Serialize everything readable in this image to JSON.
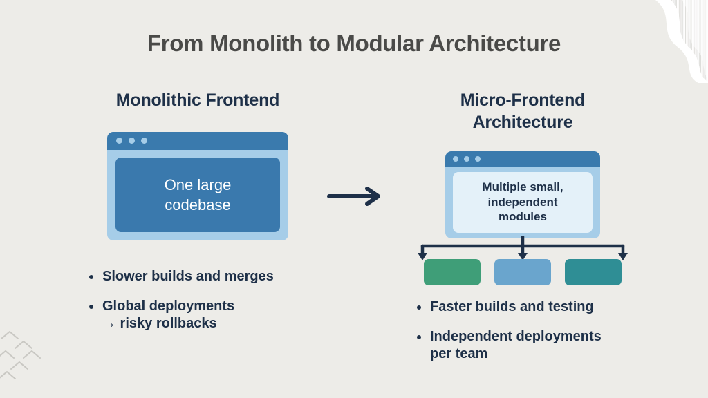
{
  "slide": {
    "title": "From Monolith to Modular Architecture",
    "background_color": "#edece8",
    "title_color": "#4a4a48",
    "accent_navy": "#1e3048"
  },
  "transition": {
    "arrow_icon": "arrow-right-icon",
    "arrow_color": "#1e3048",
    "divider_color": "#d9d8d4"
  },
  "decorations": {
    "top_right": "ribbon-wave-decoration",
    "bottom_left": "chevron-pattern-decoration"
  },
  "left_column": {
    "heading": "Monolithic Frontend",
    "browser": {
      "window_dots": 3,
      "titlebar_color": "#3a7aad",
      "frame_color": "#a6cde8",
      "screen_color": "#3a79ad",
      "screen_text_line1": "One large",
      "screen_text_line2": "codebase",
      "screen_text_color": "#ffffff"
    },
    "bullets": [
      {
        "text": "Slower builds and merges",
        "sub": ""
      },
      {
        "text": "Global deployments",
        "sub": "→ risky rollbacks"
      }
    ]
  },
  "right_column": {
    "heading_line1": "Micro-Frontend",
    "heading_line2": "Architecture",
    "browser": {
      "window_dots": 3,
      "titlebar_color": "#3a7aad",
      "frame_color": "#a6cde8",
      "screen_color": "#e4f1f9",
      "screen_text_line1": "Multiple small,",
      "screen_text_line2": "independent",
      "screen_text_line3": "modules",
      "screen_text_color": "#1e3048"
    },
    "modules": [
      {
        "name": "module-box-1",
        "color": "#3f9e78"
      },
      {
        "name": "module-box-2",
        "color": "#6aa5cd"
      },
      {
        "name": "module-box-3",
        "color": "#2f8e95"
      }
    ],
    "bullets": [
      {
        "text": "Faster builds and testing",
        "sub": ""
      },
      {
        "text": "Independent deployments",
        "sub": "per team"
      }
    ]
  }
}
